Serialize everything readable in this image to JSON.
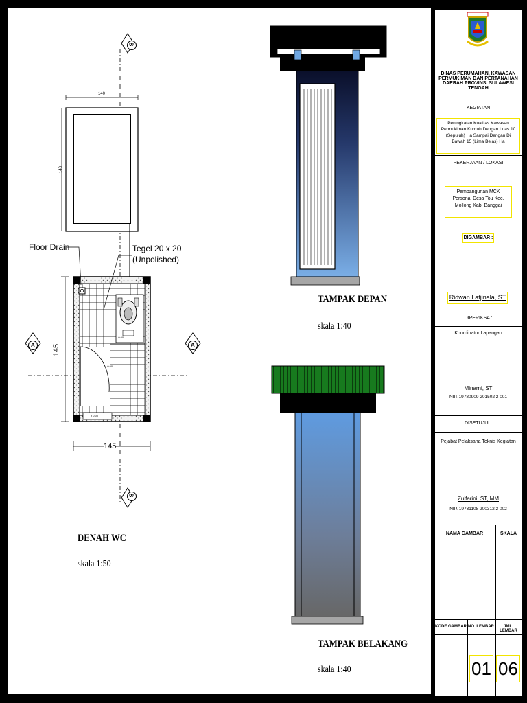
{
  "drawing": {
    "plan": {
      "title": "DENAH WC",
      "scale": "skala 1:50",
      "labels": {
        "floor_drain": "Floor Drain",
        "tegel_line1": "Tegel 20 x 20",
        "tegel_line2": "(Unpolished)"
      },
      "dimensions": {
        "top_width": "140",
        "top_height": "140",
        "bottom_width": "145",
        "side_height": "145"
      },
      "section_markers": {
        "a_left": "A",
        "a_right": "A",
        "b_top": "B",
        "b_bottom": "B"
      },
      "small_notes": {
        "level_1": "-0.00",
        "level_2": "-0.00",
        "door_note": "± 0.00"
      }
    },
    "front_elevation": {
      "title": "TAMPAK DEPAN",
      "scale": "skala 1:40"
    },
    "rear_elevation": {
      "title": "TAMPAK BELAKANG",
      "scale": "skala 1:40"
    }
  },
  "title_block": {
    "agency": {
      "line1": "DINAS PERUMAHAN, KAWASAN",
      "line2": "PERMUKIMAN DAN PERTANAHAN",
      "line3": "DAERAH PROVINSI SULAWESI TENGAH",
      "logo": "sulawesi-tengah-coat-of-arms"
    },
    "kegiatan_label": "KEGIATAN",
    "kegiatan_value": "Peningkatan Kualitas Kawasan Permukiman Kumuh Dengan Luas 10 (Sepuluh) Ha Sampai Dengan Di Bawah 15 (Lima Belas) Ha",
    "pekerjaan_label": "PEKERJAAN / LOKASI",
    "pekerjaan_value": "Pembangunan MCK Personal Desa Tou Kec. Mollong Kab. Banggai",
    "digambar_label": "DIGAMBAR :",
    "digambar_value": "Ridwan Latjinala, ST",
    "diperiksa_label": "DIPERIKSA :",
    "diperiksa_role": "Koordinator Lapangan",
    "diperiksa_name": "Minarni, ST",
    "diperiksa_nip": "NIP. 19780909 201502 2 001",
    "disetujui_label": "DISETUJUI :",
    "disetujui_role": "Pejabat Pelaksana Teknis Kegiatan",
    "disetujui_name": "Zulfarini, ST, MM",
    "disetujui_nip": "NIP. 19731108 200312 2 002",
    "nama_gambar_label": "NAMA GAMBAR",
    "skala_label": "SKALA",
    "kode_gambar_label": "KODE GAMBAR",
    "no_lembar_label": "NO. LEMBAR",
    "jml_lembar_label": "JML. LEMBAR",
    "no_lembar_value": "01",
    "jml_lembar_value": "06",
    "accent_yellow": "#f2e400"
  }
}
